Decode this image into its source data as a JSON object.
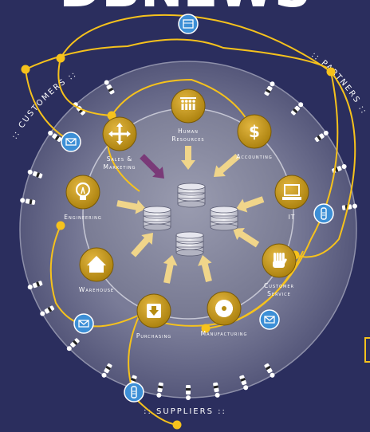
{
  "header": {
    "title_fragment": "DBNEWS"
  },
  "ring_labels": {
    "customers": ":: CUSTOMERS ::",
    "partners": ":: PARTNERS ::",
    "suppliers": ":: SUPPLIERS ::"
  },
  "departments": [
    {
      "key": "hr",
      "label_lines": [
        "Human",
        "Resources"
      ],
      "icon": "people-icon"
    },
    {
      "key": "accounting",
      "label_lines": [
        "Accounting"
      ],
      "icon": "dollar-icon"
    },
    {
      "key": "it",
      "label_lines": [
        "IT"
      ],
      "icon": "computer-icon"
    },
    {
      "key": "customer_service",
      "label_lines": [
        "Customer",
        "Service"
      ],
      "icon": "hand-icon"
    },
    {
      "key": "manufacturing",
      "label_lines": [
        "Manufacturing"
      ],
      "icon": "gear-icon"
    },
    {
      "key": "purchasing",
      "label_lines": [
        "Purchasing"
      ],
      "icon": "download-box-icon"
    },
    {
      "key": "warehouse",
      "label_lines": [
        "Warehouse"
      ],
      "icon": "house-icon"
    },
    {
      "key": "engineering",
      "label_lines": [
        "Engineering"
      ],
      "icon": "lightbulb-icon"
    },
    {
      "key": "sales_marketing",
      "label_lines": [
        "Sales &",
        "Marketing"
      ],
      "icon": "move-arrows-icon"
    }
  ],
  "colors": {
    "background": "#2b2e5e",
    "outer_ring": "#6b6d8a",
    "inner_disc": "#7b7d95",
    "gold": "#c39a1a",
    "yellow_line": "#f6c21c",
    "blue_badge": "#3d8fd6",
    "arrow_gold": "#f0d58a",
    "arrow_purple": "#7a3a78"
  }
}
